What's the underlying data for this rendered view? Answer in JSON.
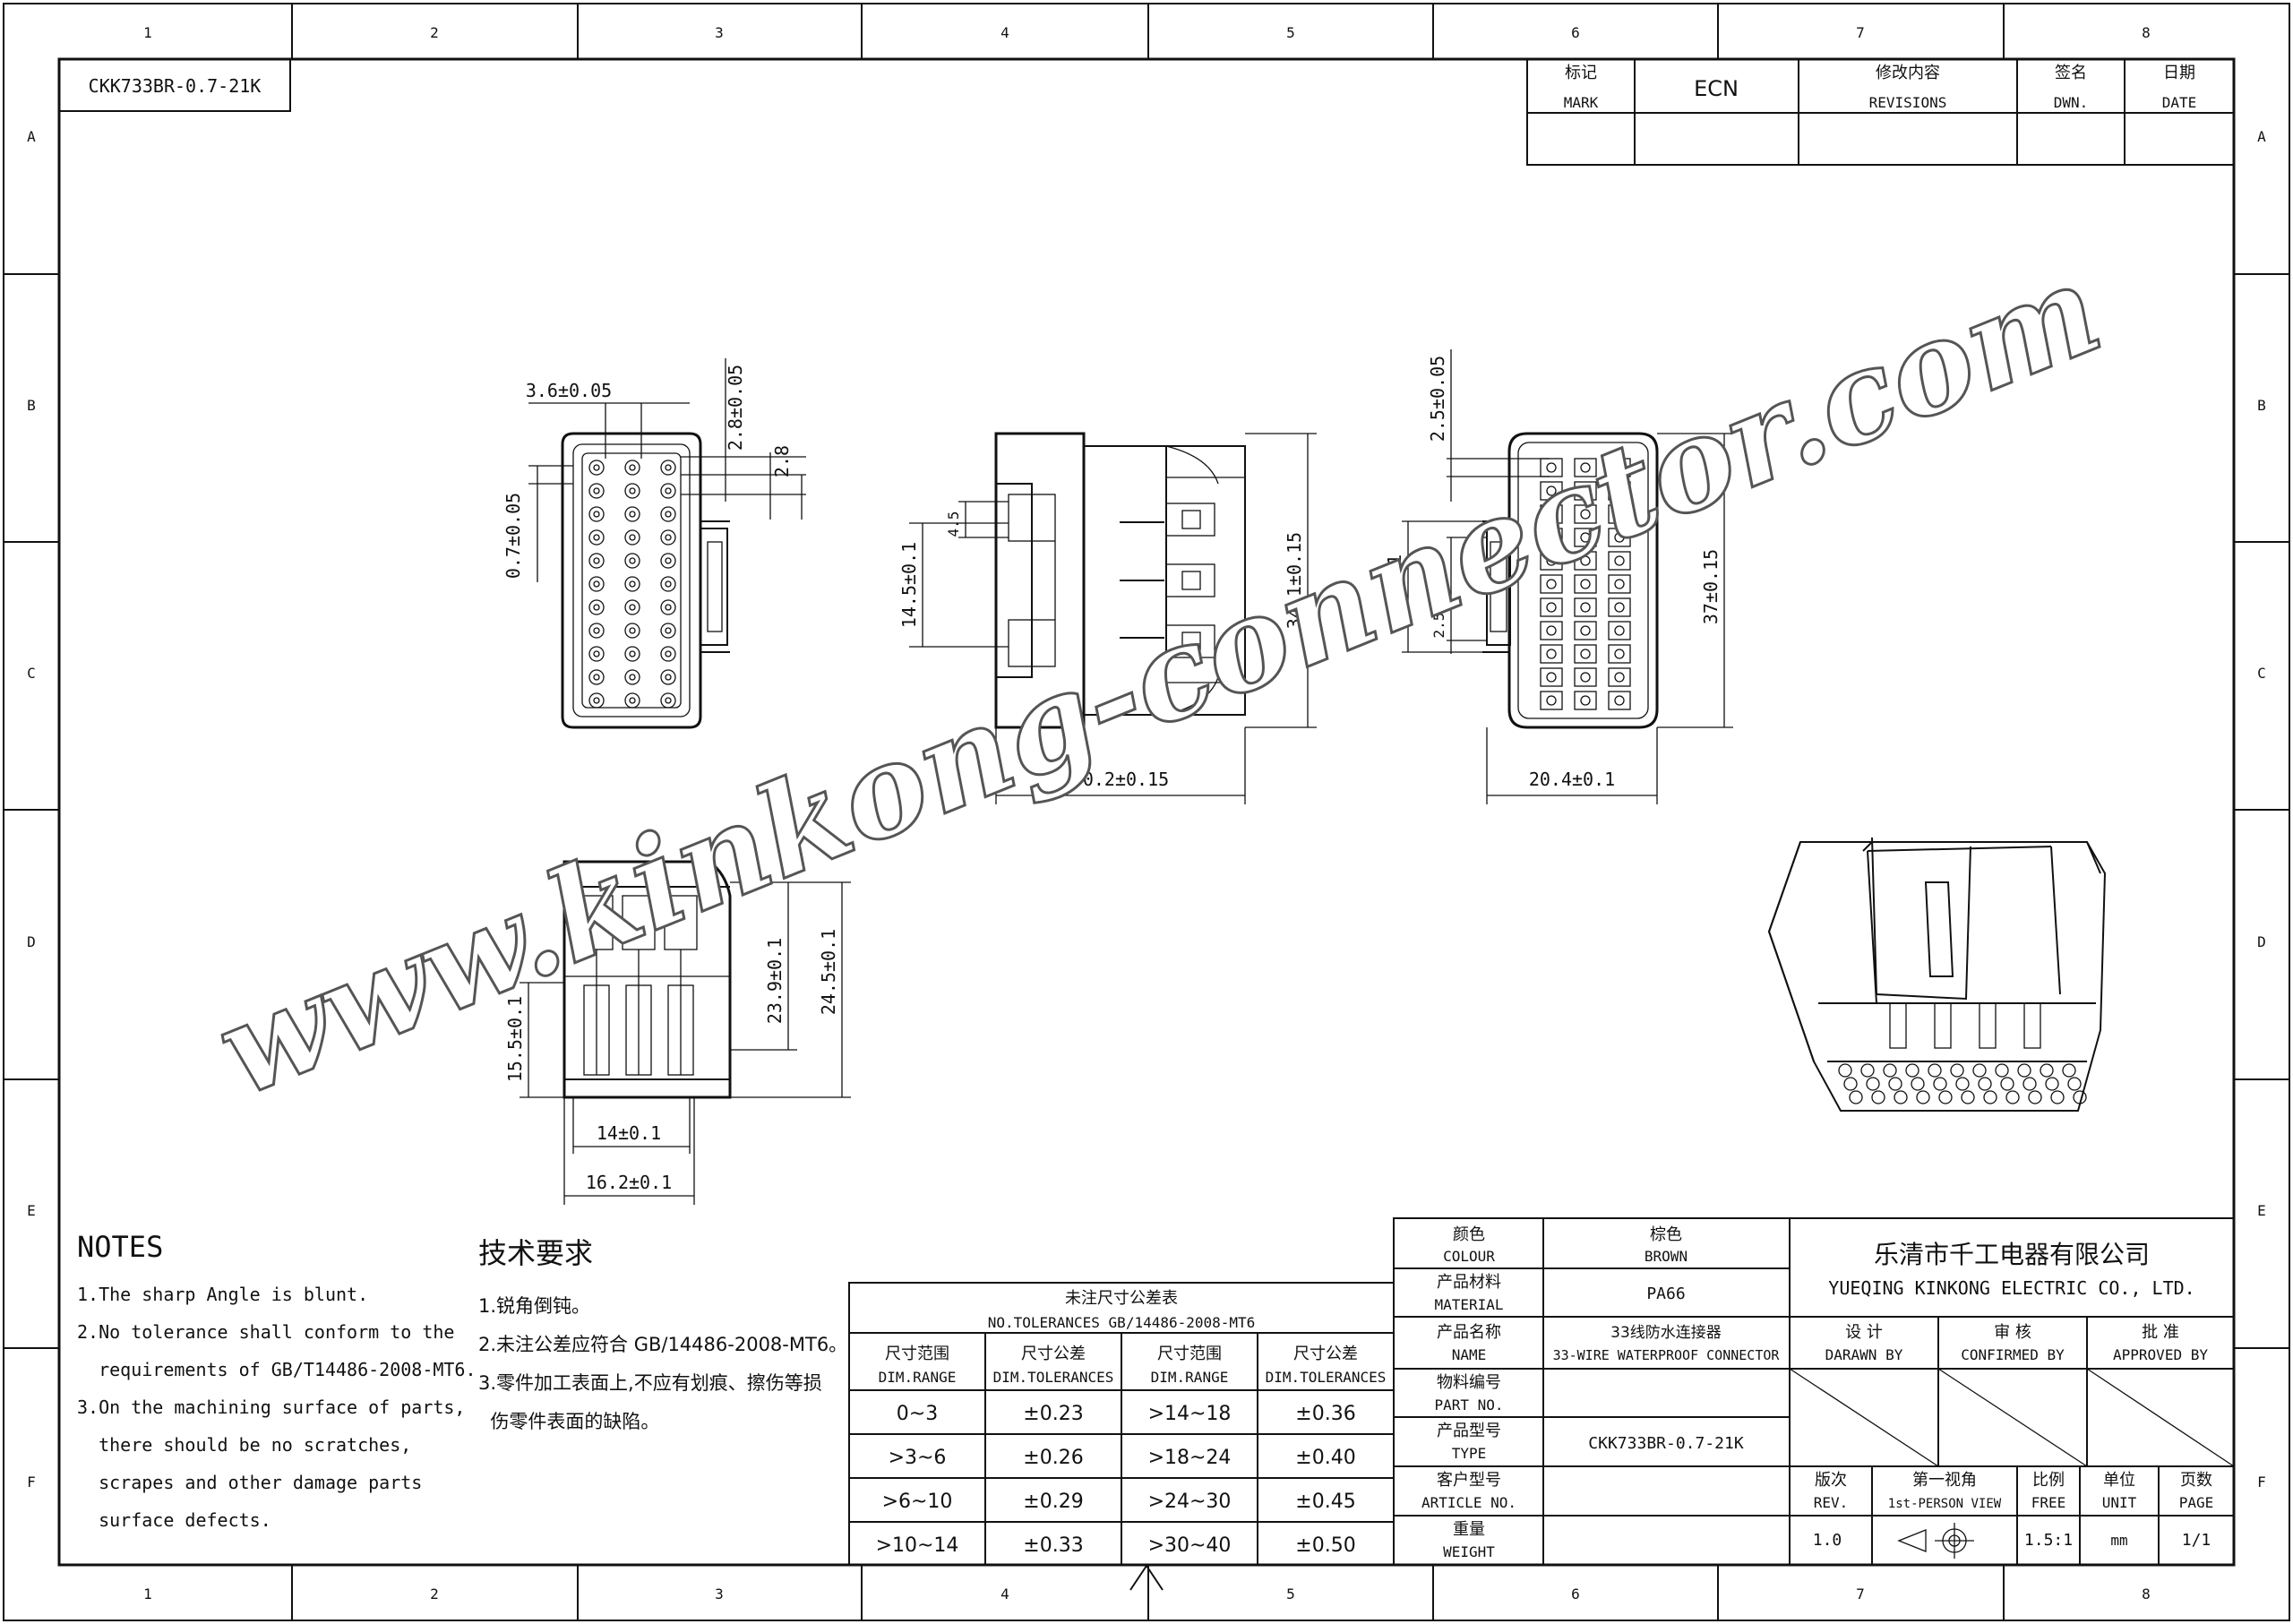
{
  "part_number": "CKK733BR-0.7-21K",
  "grid": {
    "columns": [
      "1",
      "2",
      "3",
      "4",
      "5",
      "6",
      "7",
      "8"
    ],
    "rows": [
      "A",
      "B",
      "C",
      "D",
      "E",
      "F"
    ]
  },
  "revision_table": {
    "mark_cn": "标记",
    "mark_en": "MARK",
    "ecn": "ECN",
    "revisions_cn": "修改内容",
    "revisions_en": "REVISIONS",
    "dwn_cn": "签名",
    "dwn_en": "DWN.",
    "date_cn": "日期",
    "date_en": "DATE"
  },
  "dimensions": {
    "front_pitch": "3.6±0.05",
    "front_pin_w": "2.8±0.05",
    "front_row": "2.8",
    "front_pin": "0.7±0.05",
    "side_lock": "4.5",
    "side_h": "14.5±0.1",
    "side_total_h": "34.1±0.15",
    "side_len": "30.2±0.15",
    "rear_top": "2.5±0.05",
    "rear_h": "15±0.1",
    "rear_small": "2.5",
    "rear_total_h": "37±0.15",
    "rear_w": "20.4±0.1",
    "sect_h1": "23.9±0.1",
    "sect_h2": "24.5±0.1",
    "sect_h3": "15.5±0.1",
    "sect_w1": "14±0.1",
    "sect_w2": "16.2±0.1"
  },
  "watermark": "www.kinkong-connector.com",
  "notes": {
    "title": "NOTES",
    "items": [
      "1.The sharp Angle is blunt.",
      "2.No tolerance shall conform to the",
      "  requirements of GB/T14486-2008-MT6.",
      "3.On the machining surface of parts,",
      "  there should be no scratches,",
      "  scrapes and other damage parts",
      "  surface defects."
    ]
  },
  "tech": {
    "title": "技术要求",
    "items": [
      "1.锐角倒钝。",
      "2.未注公差应符合 GB/14486-2008-MT6。",
      "3.零件加工表面上,不应有划痕、擦伤等损",
      "  伤零件表面的缺陷。"
    ]
  },
  "tolerance_table": {
    "title_cn": "未注尺寸公差表",
    "title_en": "NO.TOLERANCES GB/14486-2008-MT6",
    "headers": [
      {
        "cn": "尺寸范围",
        "en": "DIM.RANGE"
      },
      {
        "cn": "尺寸公差",
        "en": "DIM.TOLERANCES"
      },
      {
        "cn": "尺寸范围",
        "en": "DIM.RANGE"
      },
      {
        "cn": "尺寸公差",
        "en": "DIM.TOLERANCES"
      }
    ],
    "rows": [
      [
        "0~3",
        "±0.23",
        ">14~18",
        "±0.36"
      ],
      [
        ">3~6",
        "±0.26",
        ">18~24",
        "±0.40"
      ],
      [
        ">6~10",
        "±0.29",
        ">24~30",
        "±0.45"
      ],
      [
        ">10~14",
        "±0.33",
        ">30~40",
        "±0.50"
      ]
    ]
  },
  "title_block": {
    "colour_cn": "颜色",
    "colour_en": "COLOUR",
    "colour_val_cn": "棕色",
    "colour_val_en": "BROWN",
    "material_cn": "产品材料",
    "material_en": "MATERIAL",
    "material_val": "PA66",
    "name_cn": "产品名称",
    "name_en": "NAME",
    "name_val_cn": "33线防水连接器",
    "name_val_en": "33-WIRE WATERPROOF CONNECTOR",
    "partno_cn": "物料编号",
    "partno_en": "PART NO.",
    "type_cn": "产品型号",
    "type_en": "TYPE",
    "type_val": "CKK733BR-0.7-21K",
    "article_cn": "客户型号",
    "article_en": "ARTICLE NO.",
    "weight_cn": "重量",
    "weight_en": "WEIGHT",
    "company_cn": "乐清市千工电器有限公司",
    "company_en": "YUEQING KINKONG ELECTRIC CO., LTD.",
    "drawn_cn": "设 计",
    "drawn_en": "DARAWN BY",
    "confirmed_cn": "审 核",
    "confirmed_en": "CONFIRMED BY",
    "approved_cn": "批 准",
    "approved_en": "APPROVED BY",
    "rev_cn": "版次",
    "rev_en": "REV.",
    "rev_val": "1.0",
    "view_cn": "第一视角",
    "view_en": "1st-PERSON VIEW",
    "scale_cn": "比例",
    "scale_en": "FREE",
    "scale_val": "1.5:1",
    "unit_cn": "单位",
    "unit_en": "UNIT",
    "unit_val": "mm",
    "page_cn": "页数",
    "page_en": "PAGE",
    "page_val": "1/1"
  }
}
